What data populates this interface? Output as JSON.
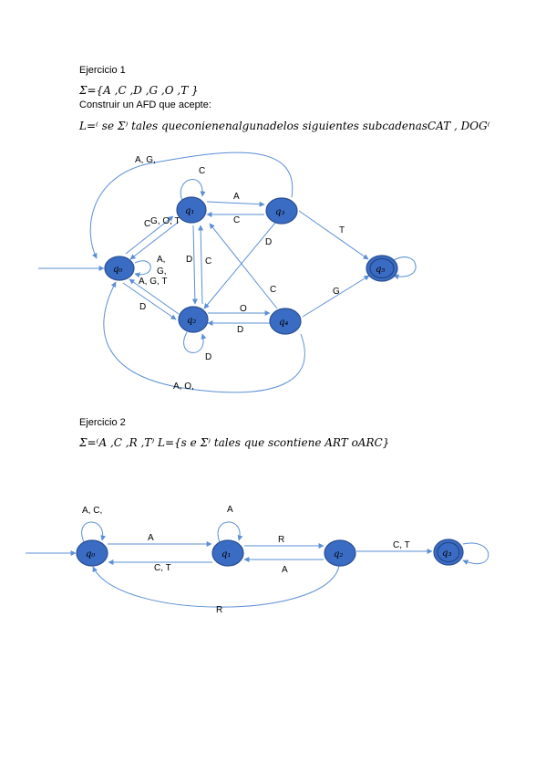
{
  "ex1": {
    "title": "Ejercicio 1",
    "sigma": "Σ={A ,C ,D ,G ,O ,T }",
    "instruction": "Construir un AFD que acepte:",
    "language": "L=⁽ se Σ⁾ tales queconienenalgunadelos siguientes subcadenasCAT , DOG⁽",
    "states": [
      "q₀",
      "q₁",
      "q₂",
      "q₃",
      "q₄",
      "q₅"
    ],
    "edge_labels": {
      "q1_loop": "C",
      "q0_q1": "C",
      "q1_q0": "G, O, T",
      "q0_loop": "A,",
      "q0_loop2": "G,",
      "q2_q0": "A, G, T",
      "q0_q2": "D",
      "q1_q3": "A",
      "q3_q1": "C",
      "q1_q2": "D",
      "q2_q1": "C",
      "q3_q2": "D",
      "q4_q1": "C",
      "q3_q5": "T",
      "q4_q5": "G",
      "q2_q4": "O",
      "q4_q2": "D",
      "q2_loop": "D",
      "q3_q0_top": "A, G,",
      "q4_q0_bottom": "A, O,"
    }
  },
  "ex2": {
    "title": "Ejercicio 2",
    "sigma": "Σ=⁽A ,C ,R ,T⁾ L={s e Σ⁾ tales que scontiene ART oARC}",
    "states": [
      "q₀",
      "q₁",
      "q₂",
      "q₃"
    ],
    "edge_labels": {
      "q0_loop": "A, C,",
      "q1_loop": "A",
      "q0_q1": "A",
      "q1_q0": "C, T",
      "q1_q2": "R",
      "q2_q1": "A",
      "q2_q3": "C, T",
      "q2_q0": "R"
    }
  },
  "colors": {
    "state_fill": "#3a6cc4",
    "edge": "#5b8fd6"
  }
}
